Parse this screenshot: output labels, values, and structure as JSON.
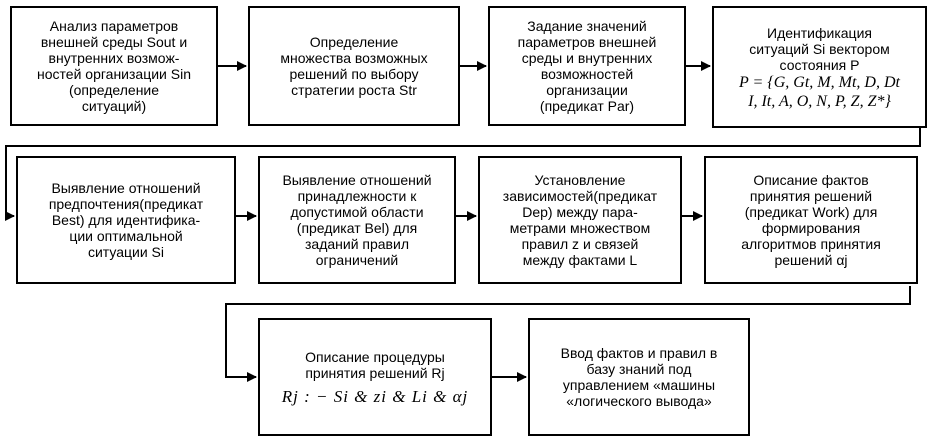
{
  "row1": [
    {
      "text": "Анализ параметров\nвнешней среды Sout и\nвнутренних возмож-\nностей организации Sin\n(определение\nситуаций)"
    },
    {
      "text": "Определение\nмножества возможных\nрешений по выбору\nстратегии роста Str"
    },
    {
      "text": "Задание значений\nпараметров внешней\nсреды и внутренних\nвозможностей\nорганизации\n(предикат Par)"
    },
    {
      "text": "Идентификация\nситуаций Si вектором\nсостояния P",
      "formula1": "P = {G, Gt, M, Mt, D, Dt",
      "formula2": "I, It, A, O, N, P, Z, Z*}"
    }
  ],
  "row2": [
    {
      "text": "Выявление отношений\nпредпочтения(предикат\nBest) для идентифика-\nции оптимальной\nситуации Si"
    },
    {
      "text": "Выявление отношений\nпринадлежности к\nдопустимой области\n(предикат Bel) для\nзаданий правил\nограничений"
    },
    {
      "text": "Установление\nзависимостей(предикат\nDep) между пара-\nметрами множеством\nправил z и связей\nмежду фактами L"
    },
    {
      "text": "Описание фактов\nпринятия решений\n(предикат Work) для\nформирования\nалгоритмов принятия\nрешений αj"
    }
  ],
  "row3": [
    {
      "text": "Описание процедуры\nпринятия решений Rj",
      "formula": "Rj : − Si & zi & Li & αj"
    },
    {
      "text": "Ввод фактов и правил в\nбазу знаний под\nуправлением «машины\n«логического вывода»"
    }
  ]
}
